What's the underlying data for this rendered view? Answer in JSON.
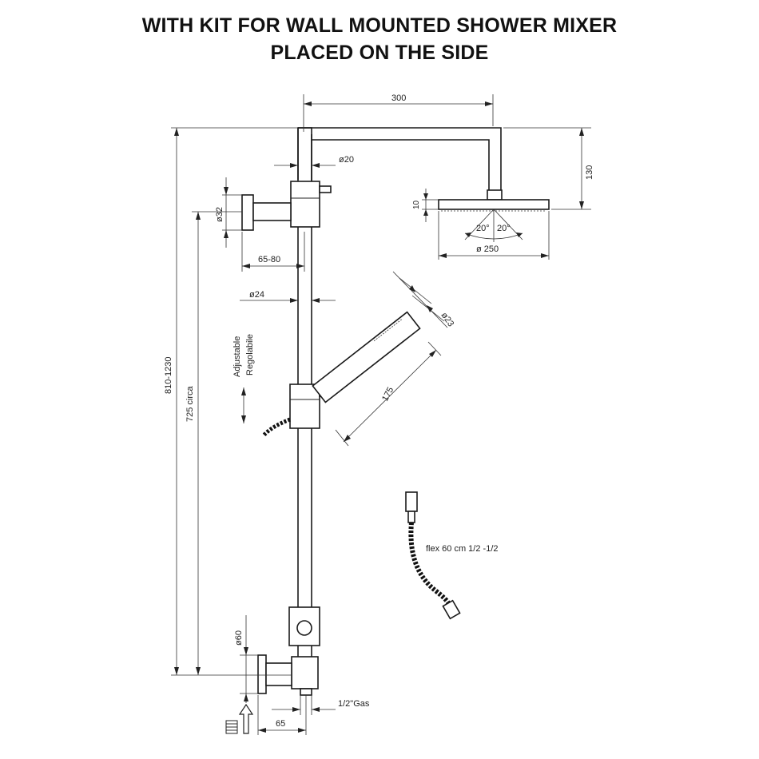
{
  "title": {
    "line1": "WITH KIT FOR WALL MOUNTED SHOWER MIXER",
    "line2": "PLACED ON THE SIDE"
  },
  "dimensions": {
    "arm_length": "300",
    "arm_height": "130",
    "bar_diameter_top": "ø20",
    "wall_bracket_diameter": "ø32",
    "bracket_projection": "65-80",
    "bar_diameter": "ø24",
    "head_thickness": "10",
    "head_tilt_left": "20°",
    "head_tilt_right": "20°",
    "head_diameter": "ø 250",
    "total_height": "810-1230",
    "bar_height": "725 circa",
    "adjustable_label": "Adjustable",
    "regolabile_label": "Regolabile",
    "hand_shower_diameter": "ø23",
    "hand_shower_length": "175",
    "hose_label": "flex 60 cm 1/2 -1/2",
    "bottom_diameter": "ø60",
    "inlet_thread": "1/2\"Gas",
    "inlet_offset": "65"
  },
  "icons": {
    "water_inlet": "up-arrow-icon",
    "wall": "wall-hatch-icon"
  }
}
